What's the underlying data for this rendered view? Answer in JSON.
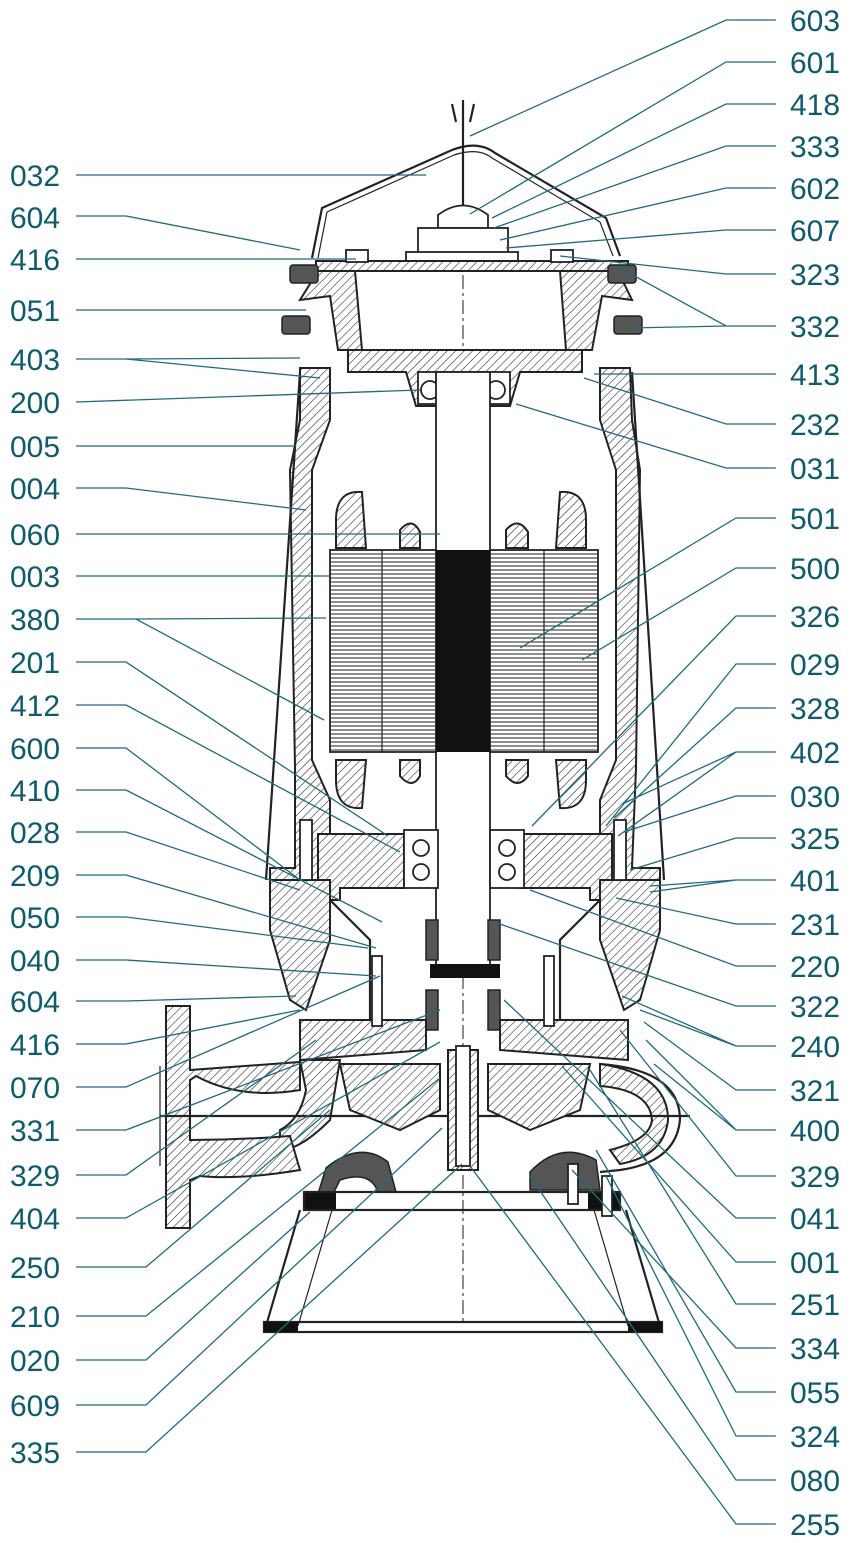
{
  "left_labels": [
    "032",
    "604",
    "416",
    "051",
    "403",
    "200",
    "005",
    "004",
    "060",
    "003",
    "380",
    "201",
    "412",
    "600",
    "410",
    "028",
    "209",
    "050",
    "040",
    "604",
    "416",
    "070",
    "331",
    "329",
    "404",
    "250",
    "210",
    "020",
    "609",
    "335"
  ],
  "right_labels": [
    "603",
    "601",
    "418",
    "333",
    "602",
    "607",
    "323",
    "332",
    "413",
    "232",
    "031",
    "501",
    "500",
    "326",
    "029",
    "328",
    "402",
    "030",
    "325",
    "401",
    "231",
    "220",
    "322",
    "240",
    "321",
    "400",
    "329",
    "041",
    "001",
    "251",
    "334",
    "055",
    "324",
    "080",
    "255"
  ],
  "colors": {
    "label": "#0f5b6e",
    "leader": "#1f6b7c",
    "outline": "#222222"
  }
}
